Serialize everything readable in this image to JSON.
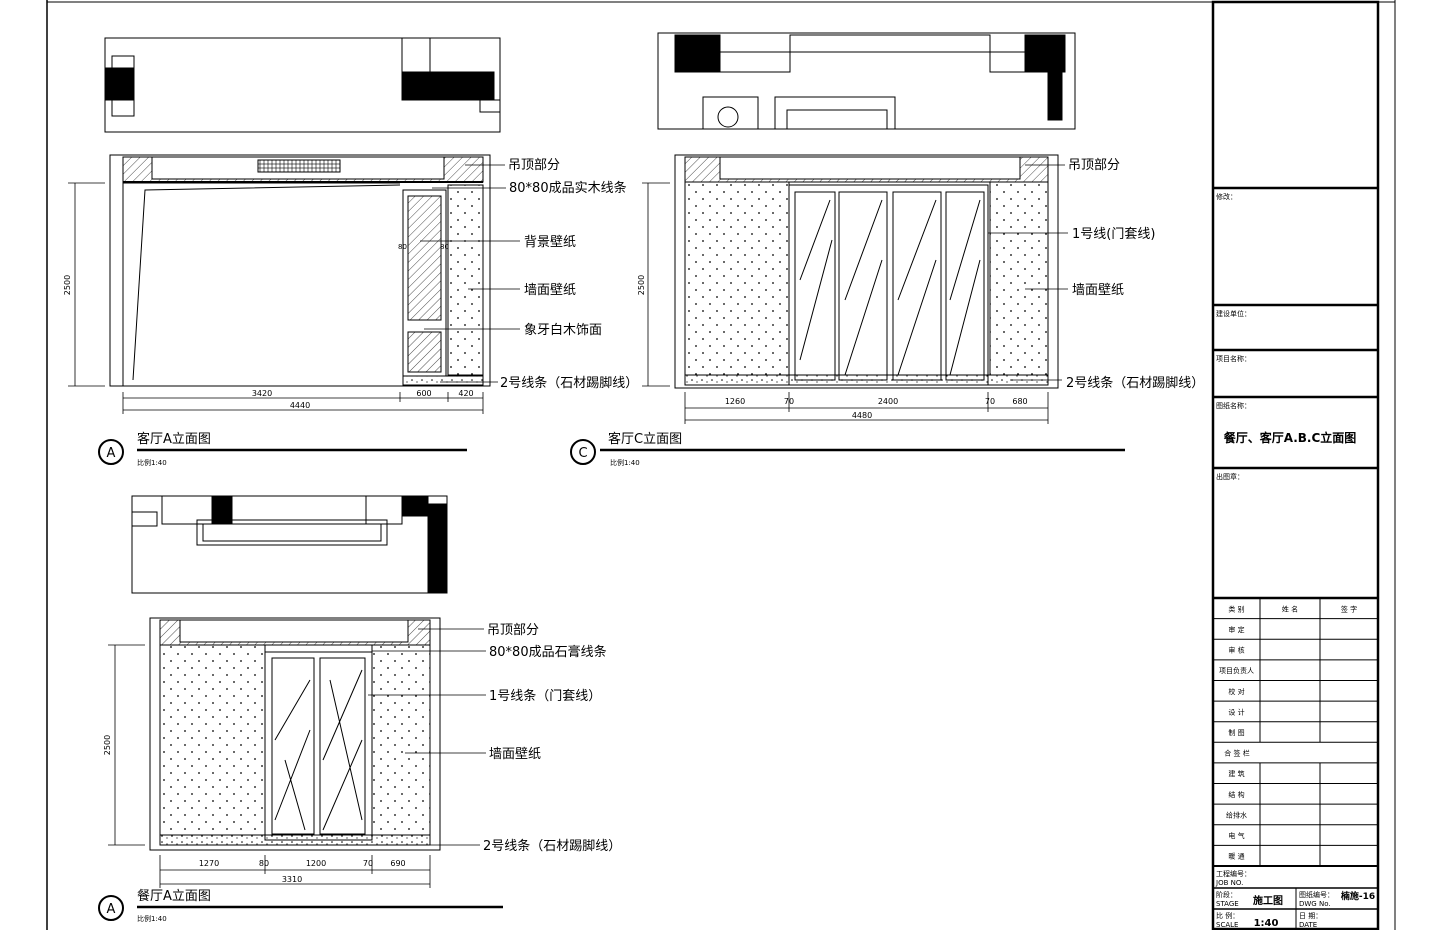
{
  "elevation_living_a": {
    "title": "客厅A立面图",
    "scale": "比例1:40",
    "marker": "A",
    "height_dim": "2500",
    "dims": [
      "3420",
      "600",
      "420"
    ],
    "total_dim": "4440",
    "side_dims": [
      "80",
      "80"
    ],
    "labels": [
      "吊顶部分",
      "80*80成品实木线条",
      "背景壁纸",
      "墙面壁纸",
      "象牙白木饰面",
      "2号线条（石材踢脚线）"
    ]
  },
  "elevation_living_c": {
    "title": "客厅C立面图",
    "scale": "比例1:40",
    "marker": "C",
    "height_dim": "2500",
    "dims": [
      "1260",
      "70",
      "2400",
      "70",
      "680"
    ],
    "total_dim": "4480",
    "labels": [
      "吊顶部分",
      "1号线(门套线)",
      "墙面壁纸",
      "2号线条（石材踢脚线）"
    ]
  },
  "elevation_dining_a": {
    "title": "餐厅A立面图",
    "scale": "比例1:40",
    "marker": "A",
    "height_dim": "2500",
    "dims": [
      "1270",
      "80",
      "1200",
      "70",
      "690"
    ],
    "total_dim": "3310",
    "labels": [
      "吊顶部分",
      "80*80成品石膏线条",
      "1号线条（门套线）",
      "墙面壁纸",
      "2号线条（石材踢脚线）"
    ]
  },
  "title_block": {
    "revision": "修改：",
    "client": "建设单位：",
    "project_name": "项目名称：",
    "drawing_name_label": "图纸名称：",
    "drawing_name": "餐厅、客厅A.B.C立面图",
    "stamp": "出图章：",
    "table_header": [
      "类 别",
      "姓 名",
      "签 字"
    ],
    "roles": [
      "审 定",
      "审 核",
      "项目负责人",
      "校 对",
      "设 计",
      "制 图"
    ],
    "cosign": "合 签 栏",
    "disciplines": [
      "建 筑",
      "结 构",
      "给排水",
      "电 气",
      "暖 通"
    ],
    "job_no_label": "工程编号：",
    "job_no_en": "JOB NO.",
    "stage_label": "阶段：",
    "stage_en": "STAGE",
    "stage_value": "施工图",
    "dwg_no_label": "图纸编号：",
    "dwg_no_en": "DWG No.",
    "dwg_no_value": "楠施-16",
    "scale_label": "比 例：",
    "scale_en": "SCALE",
    "scale_value": "1:40",
    "date_label": "日 期：",
    "date_en": "DATE"
  }
}
